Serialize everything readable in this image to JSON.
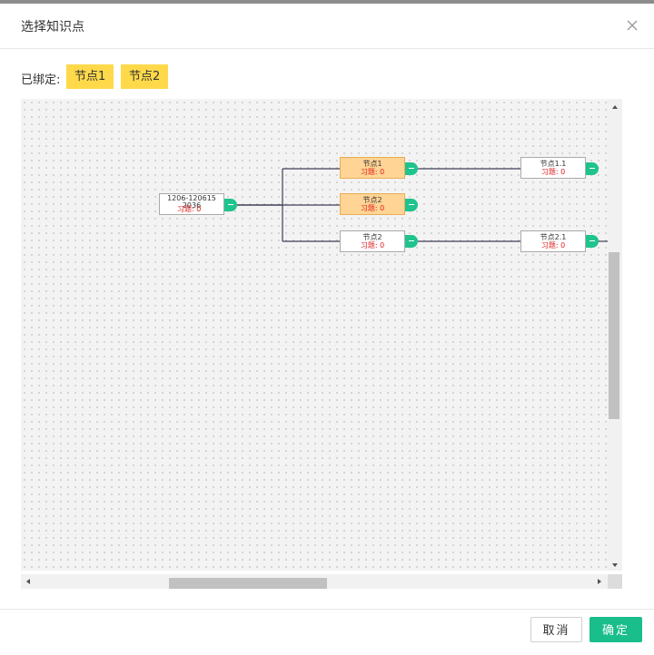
{
  "dialog": {
    "title": "选择知识点",
    "close_icon": "close-icon"
  },
  "bound": {
    "label": "已绑定:",
    "tags": [
      "节点1",
      "节点2"
    ]
  },
  "tree": {
    "root": {
      "name": "1206-1206152036",
      "count": "习题: 0"
    },
    "nodes": [
      {
        "name": "节点1",
        "count": "习题: 0",
        "highlighted": true
      },
      {
        "name": "节点2",
        "count": "习题: 0",
        "highlighted": true
      },
      {
        "name": "节点2",
        "count": "习题: 0",
        "highlighted": false
      },
      {
        "name": "节点1.1",
        "count": "习题: 0",
        "highlighted": false
      },
      {
        "name": "节点2.1",
        "count": "习题: 0",
        "highlighted": false
      }
    ],
    "highlight_color": "#ffd494",
    "toggle_color": "#1fc38e",
    "count_color": "#e02020"
  },
  "footer": {
    "cancel_label": "取消",
    "ok_label": "确定",
    "ok_color": "#19be8a"
  }
}
